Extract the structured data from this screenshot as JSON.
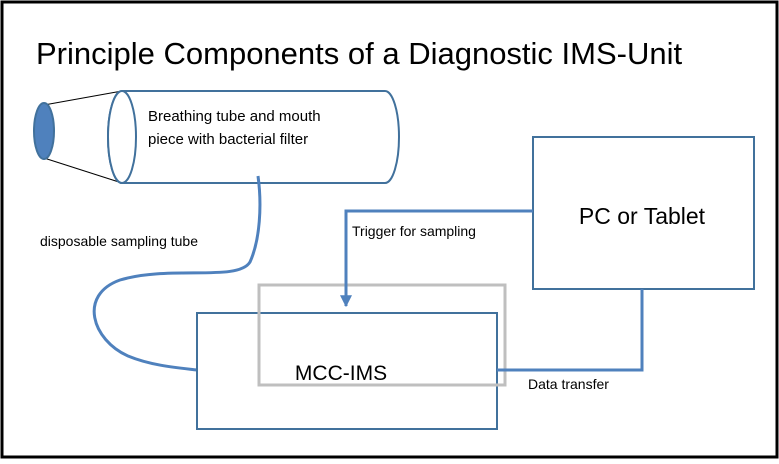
{
  "title": "Principle Components of a Diagnostic IMS-Unit",
  "breathing_tube": {
    "label_line1": "Breathing tube and mouth",
    "label_line2": "piece with  bacterial filter"
  },
  "pc_box": {
    "label": "PC or Tablet"
  },
  "mcc_box": {
    "label": "MCC-IMS"
  },
  "labels": {
    "sampling_tube": "disposable sampling tube",
    "trigger": "Trigger for sampling",
    "data_transfer": "Data transfer"
  },
  "colors": {
    "outline": "#41719c",
    "fill": "#4f81bd",
    "frame": "#000000",
    "highlight": "#bfbfbf",
    "text": "#000000"
  }
}
